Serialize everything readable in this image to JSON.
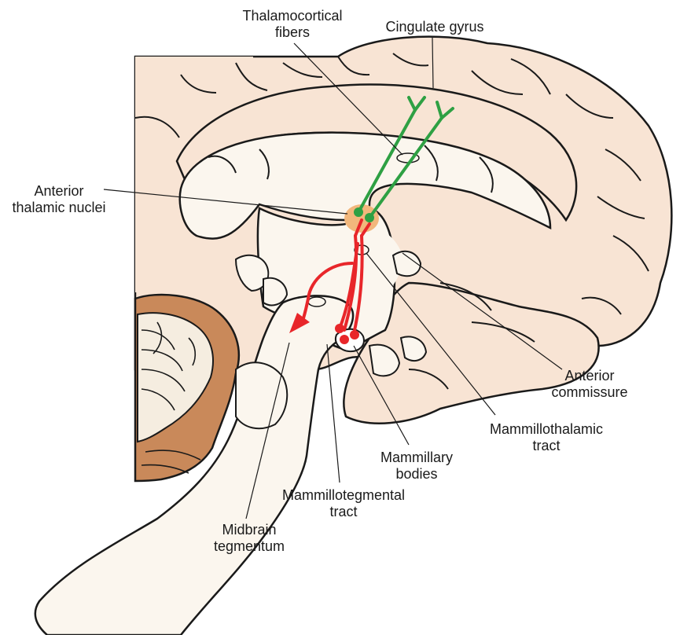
{
  "labels": {
    "thalamocortical": "Thalamocortical\nfibers",
    "cingulate": "Cingulate gyrus",
    "anterior_thalamic": "Anterior\nthalamic nuclei",
    "anterior_commissure": "Anterior\ncommissure",
    "mammillothalamic": "Mammillothalamic\ntract",
    "mammillary_bodies": "Mammillary\nbodies",
    "mammillotegmental": "Mammillotegmental\ntract",
    "midbrain": "Midbrain\ntegmentum"
  },
  "colors": {
    "brain_fill": "#f8e4d4",
    "cavity_fill": "#fbf6ee",
    "outline": "#1a1a1a",
    "cerebellum_brown": "#c9895a",
    "thalamocortical_pathway": "#2ea043",
    "mammillary_pathway": "#e8262a",
    "anterior_nucleus_highlight": "#f2b77c"
  }
}
